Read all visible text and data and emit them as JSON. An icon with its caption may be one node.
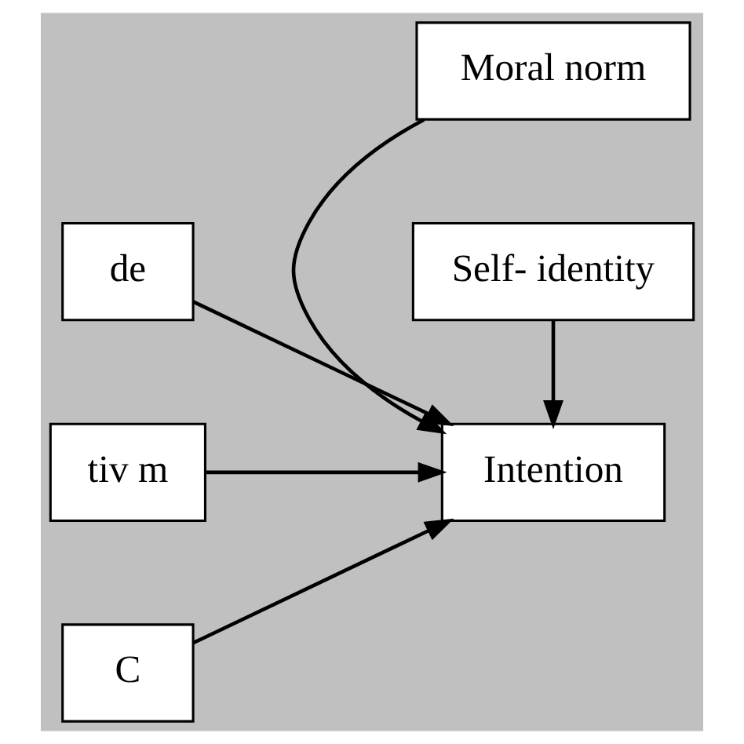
{
  "diagram": {
    "nodes": [
      {
        "text": [
          "de"
        ]
      },
      {
        "text": [
          "Moral norm"
        ]
      },
      {
        "text": [
          "tiv m"
        ]
      },
      {
        "text": [
          "Intention"
        ]
      },
      {
        "text": [
          "C"
        ]
      },
      {
        "text": [
          "Self- identity"
        ]
      }
    ],
    "edges": [
      {
        "from": 0,
        "to": 3,
        "arrow": "to"
      },
      {
        "from": 2,
        "to": 3,
        "arrow": "to"
      },
      {
        "from": 4,
        "to": 3,
        "arrow": "to"
      },
      {
        "from": 1,
        "to": 3,
        "arrow": "to"
      },
      {
        "from": 5,
        "to": 3,
        "arrow": "to"
      }
    ]
  }
}
